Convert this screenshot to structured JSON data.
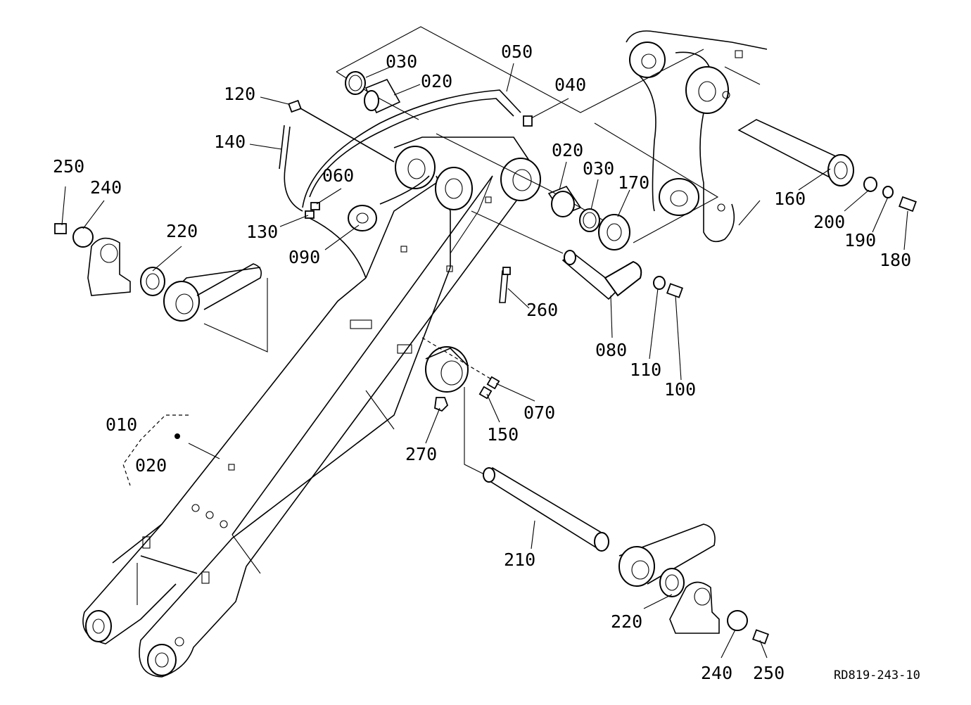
{
  "labels": {
    "p010": "010",
    "p020a": "020",
    "p020b": "020",
    "p020c": "020",
    "p030a": "030",
    "p030b": "030",
    "p040": "040",
    "p050": "050",
    "p060": "060",
    "p070": "070",
    "p080": "080",
    "p090": "090",
    "p100": "100",
    "p110": "110",
    "p120": "120",
    "p130": "130",
    "p140": "140",
    "p150": "150",
    "p160": "160",
    "p170": "170",
    "p180": "180",
    "p190": "190",
    "p200": "200",
    "p210": "210",
    "p220a": "220",
    "p220b": "220",
    "p240a": "240",
    "p240b": "240",
    "p250a": "250",
    "p250b": "250",
    "p260": "260",
    "p270": "270"
  },
  "drawing_code": "RD819-243-10"
}
